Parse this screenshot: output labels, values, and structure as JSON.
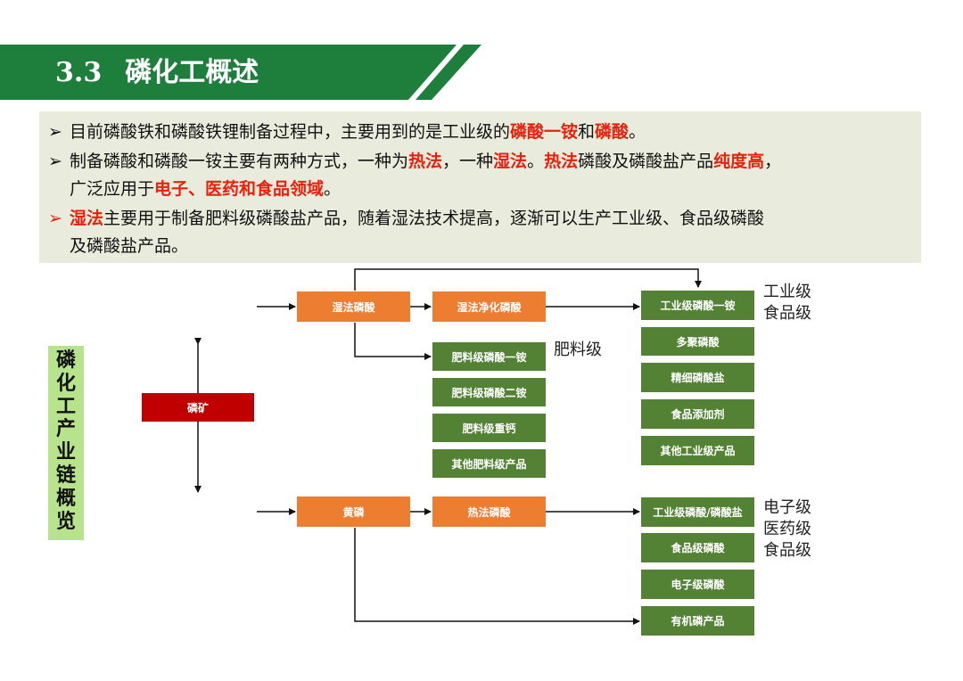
{
  "title": {
    "number": "3.3",
    "text": "磷化工概述"
  },
  "bullets": [
    {
      "marker": "➢",
      "marker_color": "black",
      "segments": [
        {
          "t": "目前磷酸铁和磷酸铁锂制备过程中，主要用到的是工业级的",
          "hl": false
        },
        {
          "t": "磷酸一铵",
          "hl": true
        },
        {
          "t": "和",
          "hl": false
        },
        {
          "t": "磷酸",
          "hl": true
        },
        {
          "t": "。",
          "hl": false
        }
      ]
    },
    {
      "marker": "➢",
      "marker_color": "black",
      "segments": [
        {
          "t": "制备磷酸和磷酸一铵主要有两种方式，一种为",
          "hl": false
        },
        {
          "t": "热法",
          "hl": true
        },
        {
          "t": "，一种",
          "hl": false
        },
        {
          "t": "湿法",
          "hl": true
        },
        {
          "t": "。",
          "hl": false
        },
        {
          "t": "热法",
          "hl": true
        },
        {
          "t": "磷酸及磷酸盐产品",
          "hl": false
        },
        {
          "t": "纯度高",
          "hl": true
        },
        {
          "t": "，",
          "hl": false
        }
      ]
    },
    {
      "marker": "",
      "marker_color": "black",
      "segments": [
        {
          "t": "广泛应用于",
          "hl": false
        },
        {
          "t": "电子、医药和食品领域",
          "hl": true
        },
        {
          "t": "。",
          "hl": false
        }
      ]
    },
    {
      "marker": "➢",
      "marker_color": "red",
      "segments": [
        {
          "t": "湿法",
          "hl": true
        },
        {
          "t": "主要用于制备肥料级磷酸盐产品，随着湿法技术提高，逐渐可以生产工业级、食品级磷酸",
          "hl": false
        }
      ]
    },
    {
      "marker": "",
      "marker_color": "black",
      "segments": [
        {
          "t": "及磷酸盐产品。",
          "hl": false
        }
      ]
    }
  ],
  "side_label": "磷化工产业链概览",
  "diagram": {
    "ore": "磷矿",
    "wet_acid": "湿法磷酸",
    "wet_purified": "湿法净化磷酸",
    "yellow_p": "黄磷",
    "thermal_acid": "热法磷酸",
    "fertilizer": [
      "肥料级磷酸一铵",
      "肥料级磷酸二铵",
      "肥料级重钙",
      "其他肥料级产品"
    ],
    "industrial": [
      "工业级磷酸一铵",
      "多聚磷酸",
      "精细磷酸盐",
      "食品添加剂",
      "其他工业级产品"
    ],
    "thermal_products": [
      "工业级磷酸/磷酸盐",
      "食品级磷酸",
      "电子级磷酸",
      "有机磷产品"
    ],
    "grade_labels": {
      "industrial": [
        "工业级",
        "食品级"
      ],
      "fertilizer": "肥料级",
      "thermal": [
        "电子级",
        "医药级",
        "食品级"
      ]
    }
  },
  "colors": {
    "title_green": "#1e7e3c",
    "highlight_red": "#e8200c",
    "orange_box": "#ed7d31",
    "green_box": "#548235",
    "ore_red": "#c00000",
    "bullet_bg": "#e9ecdc",
    "side_label_bg": "#b6e38b"
  }
}
